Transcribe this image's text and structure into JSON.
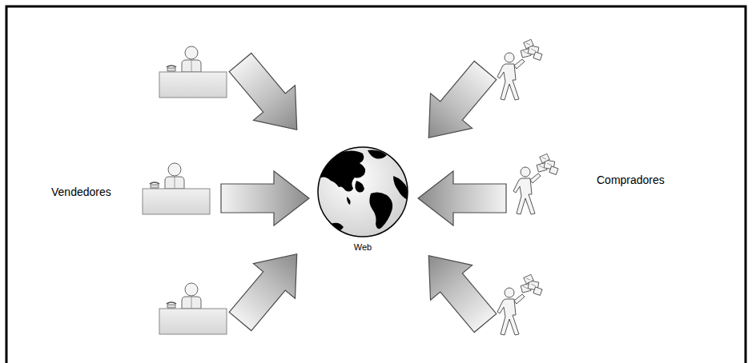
{
  "diagram": {
    "nodes": [
      {
        "text": [
          "Web"
        ]
      }
    ],
    "labels": [
      "Vendedores",
      "Compradores"
    ]
  }
}
